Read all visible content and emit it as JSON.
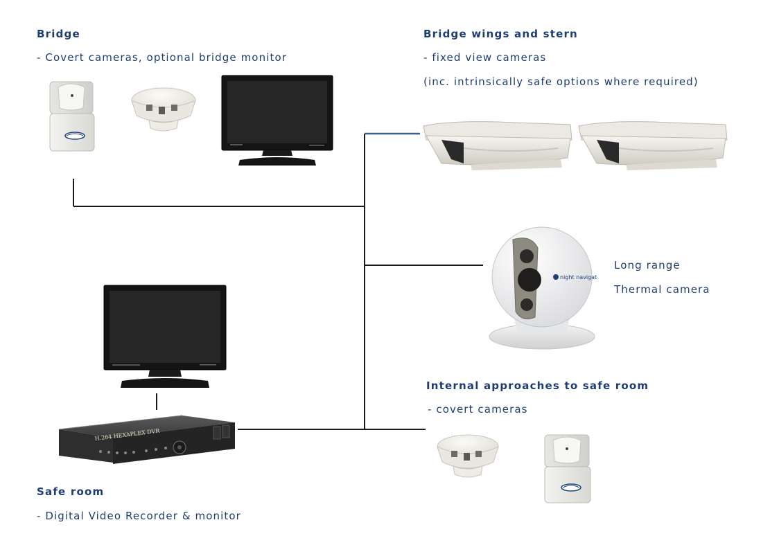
{
  "sections": {
    "bridge": {
      "title": "Bridge",
      "desc": "- Covert cameras, optional bridge monitor"
    },
    "wings": {
      "title": "Bridge wings and stern",
      "desc": "- fixed view cameras",
      "note": "(inc. intrinsically safe options where required)"
    },
    "thermal": {
      "line1": "Long range",
      "line2": "Thermal camera",
      "brand": "night navigator"
    },
    "internal": {
      "title": "Internal approaches to safe room",
      "desc": "- covert cameras"
    },
    "saferoom": {
      "title": "Safe room",
      "desc": "- Digital Video Recorder & monitor",
      "dvr_label": "H.264 HEXAPLEX DVR"
    }
  },
  "icons": {
    "pir_camera": "pir-covert-camera-icon",
    "smoke_camera": "smoke-detector-camera-icon",
    "monitor": "lcd-monitor-icon",
    "housing_camera": "housing-camera-icon",
    "thermal_camera": "thermal-camera-icon",
    "dvr": "dvr-icon"
  },
  "colors": {
    "text": "#1d3d72",
    "wire": "#1a1a1a",
    "wire_accent": "#3b5f8f"
  }
}
